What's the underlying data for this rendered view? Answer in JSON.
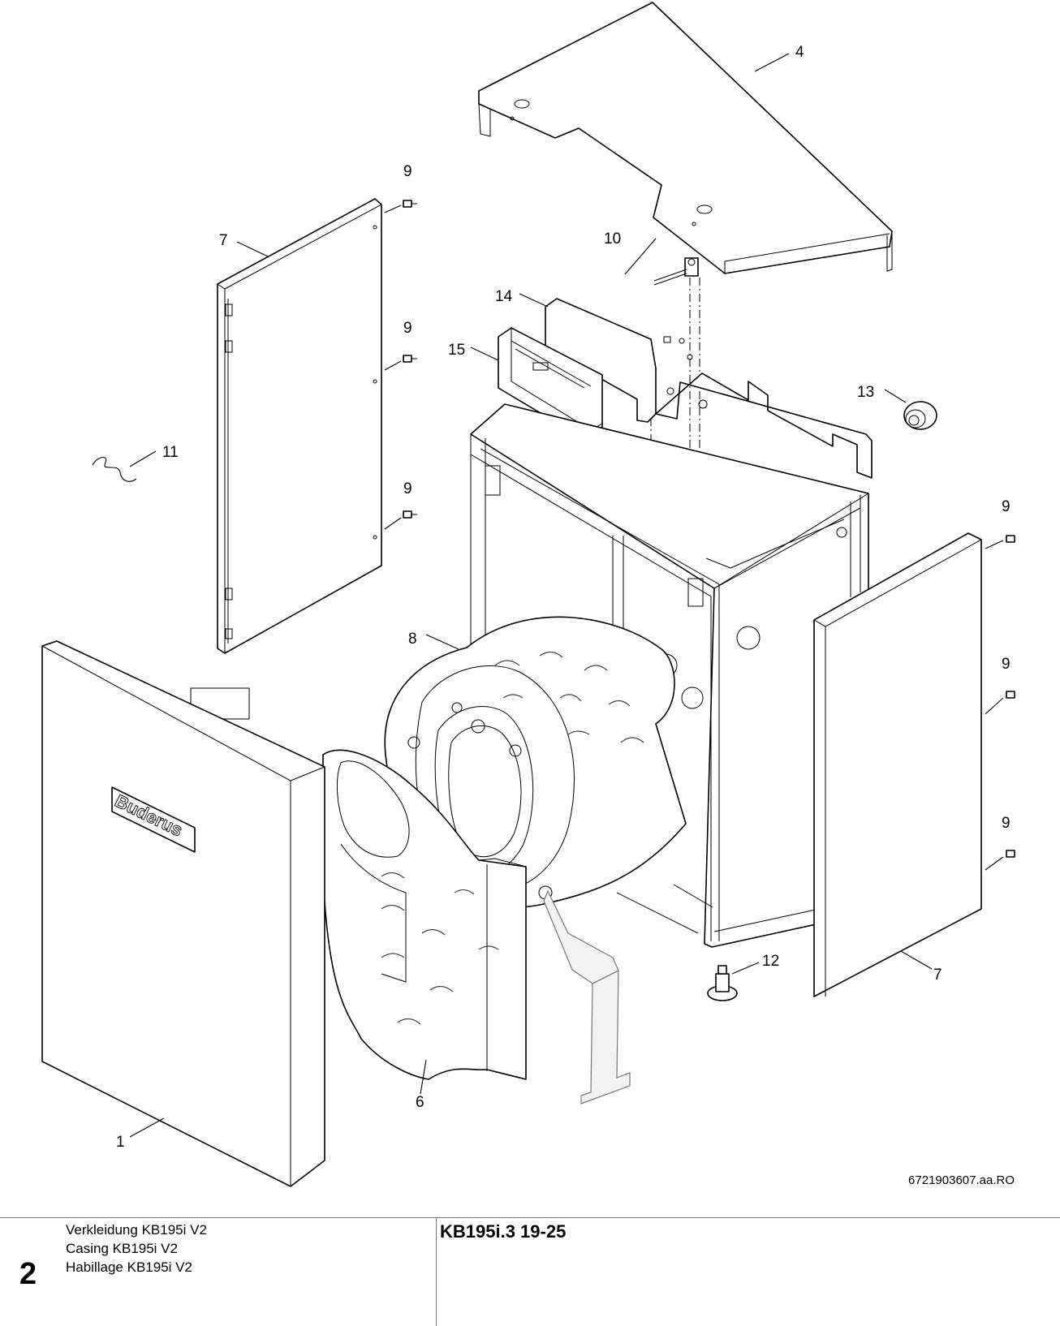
{
  "callouts": {
    "c1": "1",
    "c4": "4",
    "c6": "6",
    "c7a": "7",
    "c7b": "7",
    "c8": "8",
    "c9a": "9",
    "c9b": "9",
    "c9c": "9",
    "c9d": "9",
    "c9e": "9",
    "c9f": "9",
    "c10": "10",
    "c11": "11",
    "c12": "12",
    "c13": "13",
    "c14": "14",
    "c15": "15"
  },
  "drawing_id": "6721903607.aa.RO",
  "footer": {
    "page_number": "2",
    "title_de": "Verkleidung KB195i V2",
    "title_en": "Casing KB195i V2",
    "title_fr": "Habillage KB195i V2",
    "model": "KB195i.3 19-25"
  }
}
